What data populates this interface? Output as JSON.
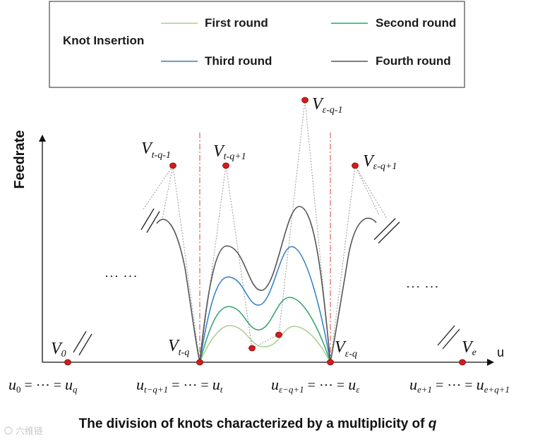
{
  "legend": {
    "title": "Knot Insertion",
    "items": [
      {
        "label": "First round",
        "color": "#a9cf8e"
      },
      {
        "label": "Second round",
        "color": "#2fa36b"
      },
      {
        "label": "Third round",
        "color": "#2e7fc4"
      },
      {
        "label": "Fourth round",
        "color": "#555555"
      }
    ]
  },
  "axes": {
    "ylabel": "Feedrate",
    "xlabel": "u"
  },
  "control_points": {
    "v0": {
      "base": "V",
      "sub": "0"
    },
    "vtq1": {
      "base": "V",
      "sub": "t-q-1"
    },
    "vtq_p1": {
      "base": "V",
      "sub": "t-q+1"
    },
    "vtq": {
      "base": "V",
      "sub": "t-q"
    },
    "veq1": {
      "base": "V",
      "sub": "ε-q-1"
    },
    "veq_p1": {
      "base": "V",
      "sub": "ε-q+1"
    },
    "veq": {
      "base": "V",
      "sub": "ε-q"
    },
    "ve": {
      "base": "V",
      "sub": "e"
    }
  },
  "knot_labels": {
    "k1": {
      "a": "u",
      "a_sub": "0",
      "mid": " = ··· = ",
      "b": "u",
      "b_sub": "q"
    },
    "k2": {
      "a": "u",
      "a_sub": "t−q+1",
      "mid": " = ··· = ",
      "b": "u",
      "b_sub": "t"
    },
    "k3": {
      "a": "u",
      "a_sub": "ε−q+1",
      "mid": " = ··· = ",
      "b": "u",
      "b_sub": "ε"
    },
    "k4": {
      "a": "u",
      "a_sub": "e+1",
      "mid": " = ··· = ",
      "b": "u",
      "b_sub": "e+q+1"
    }
  },
  "ellipsis": "··· ···",
  "caption": {
    "text": "The division of knots characterized by a multiplicity of ",
    "var": "q"
  },
  "watermark": "六维链"
}
